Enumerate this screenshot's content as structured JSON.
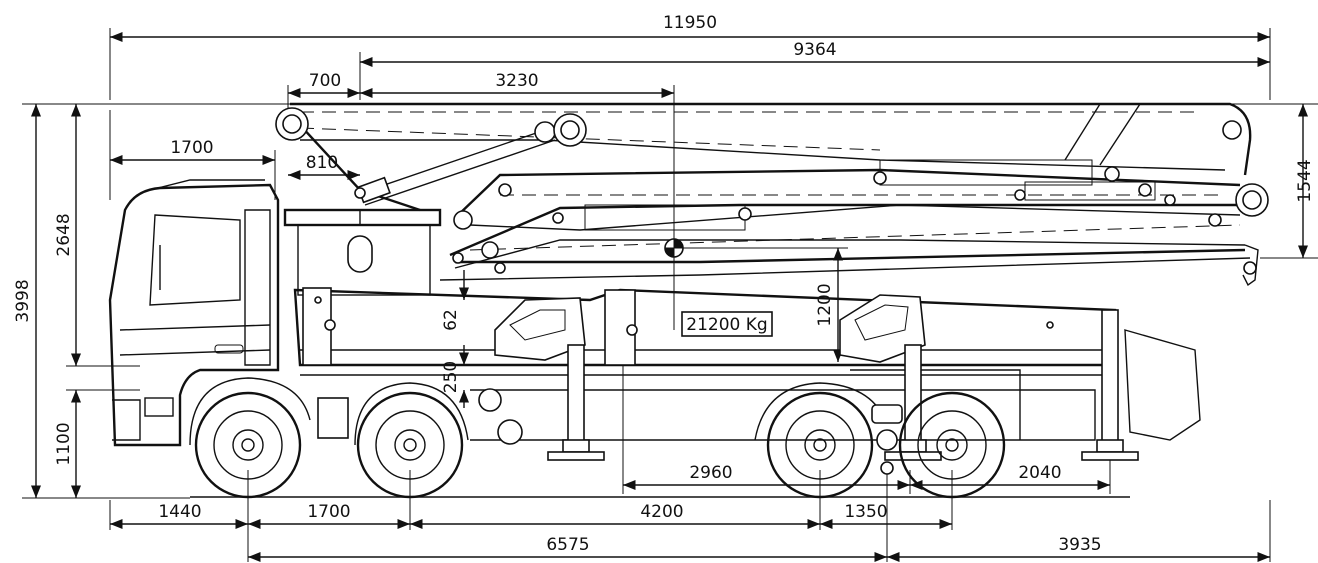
{
  "drawing": {
    "colors": {
      "line": "#111111",
      "background": "#ffffff"
    },
    "weight_label": "21200 Kg",
    "dimensions": {
      "overall_length": "11950",
      "boom_reach": "9364",
      "boom_offset": "700",
      "boom_to_cog": "3230",
      "cab_to_turret": "1700",
      "turret_offset": "810",
      "cab_height": "2648",
      "overall_height": "3998",
      "boom_fold_height": "1544",
      "front_overhang_height": "1100",
      "frame_height_a": "62",
      "frame_height_b": "250",
      "outrigger_height": "1200",
      "front_overhang": "1440",
      "axle_spacing_1": "1700",
      "axle_spacing_2": "4200",
      "axle_spacing_3": "1350",
      "outrigger_span_front": "2960",
      "outrigger_span_rear": "2040",
      "cab_to_rear_axle": "6575",
      "rear_overhang": "3935"
    }
  }
}
